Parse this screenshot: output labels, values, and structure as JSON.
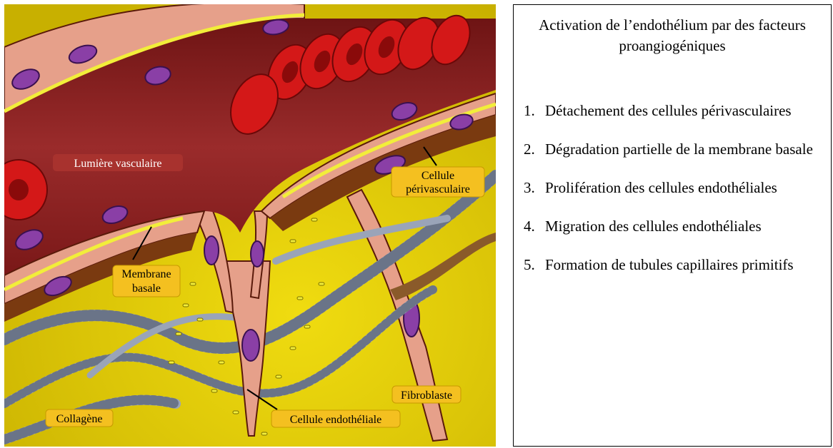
{
  "illustration": {
    "labels": {
      "lumiere": "Lumière vasculaire",
      "perivasc_1": "Cellule",
      "perivasc_2": "périvasculaire",
      "membrane_1": "Membrane",
      "membrane_2": "basale",
      "fibroblaste": "Fibroblaste",
      "collagene": "Collagène",
      "endothelial": "Cellule endothéliale"
    },
    "colors": {
      "background": "#d8c400",
      "vessel": "#8e2323",
      "cell_body": "#e6a08a",
      "nucleus": "#8a3fa6",
      "red_blood_cell": "#d41818",
      "basement_membrane": "#f2ee3a",
      "collagen": "#9aa4b8",
      "label_box": "#f4c020",
      "label_red": "#a8322e"
    }
  },
  "legend": {
    "title": "Activation de l’endothélium par des facteurs proangiogéniques",
    "steps": [
      {
        "num": "1.",
        "text": "Détachement des cellules périvasculaires"
      },
      {
        "num": "2.",
        "text": "Dégradation partielle de la membrane basale"
      },
      {
        "num": "3.",
        "text": "Prolifération des cellules endothéliales"
      },
      {
        "num": "4.",
        "text": "Migration des cellules endothéliales"
      },
      {
        "num": "5.",
        "text": "Formation de tubules capillaires primitifs"
      }
    ]
  }
}
